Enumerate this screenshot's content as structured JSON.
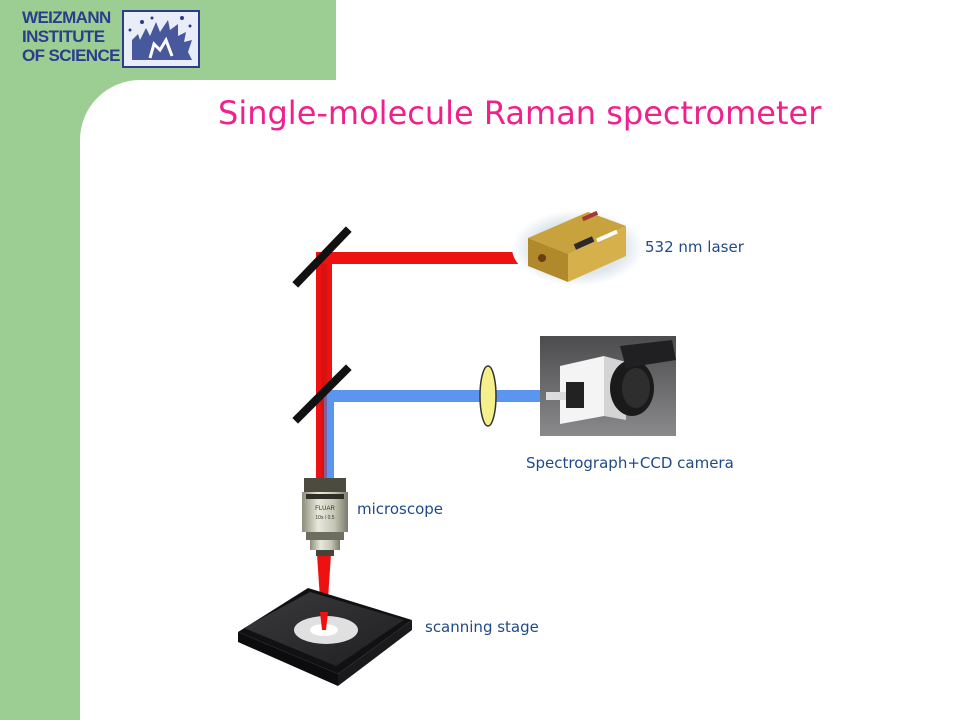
{
  "header": {
    "logo_lines": [
      "WEIZMANN",
      "INSTITUTE",
      "OF SCIENCE"
    ]
  },
  "title": "Single-molecule Raman spectrometer",
  "labels": {
    "laser": "532 nm laser",
    "spectrograph": "Spectrograph+CCD camera",
    "microscope": "microscope",
    "stage": "scanning stage"
  },
  "objective_engraving": [
    "FLUAR",
    "10x / 0.5"
  ],
  "colors": {
    "sidebar_green": "#9ccd93",
    "logo_blue": "#2b3d8c",
    "title_pink": "#f0208c",
    "excitation_beam": "#ee1111",
    "scattered_beam": "#5a95f0",
    "label_blue": "#1e4a8a",
    "lens_yellow": "#f6f08c"
  },
  "icons": [
    "weizmann-logo-icon",
    "mirror-icon",
    "lens-icon",
    "laser-device-icon",
    "spectrograph-camera-icon",
    "objective-lens-icon",
    "scanning-stage-icon"
  ]
}
